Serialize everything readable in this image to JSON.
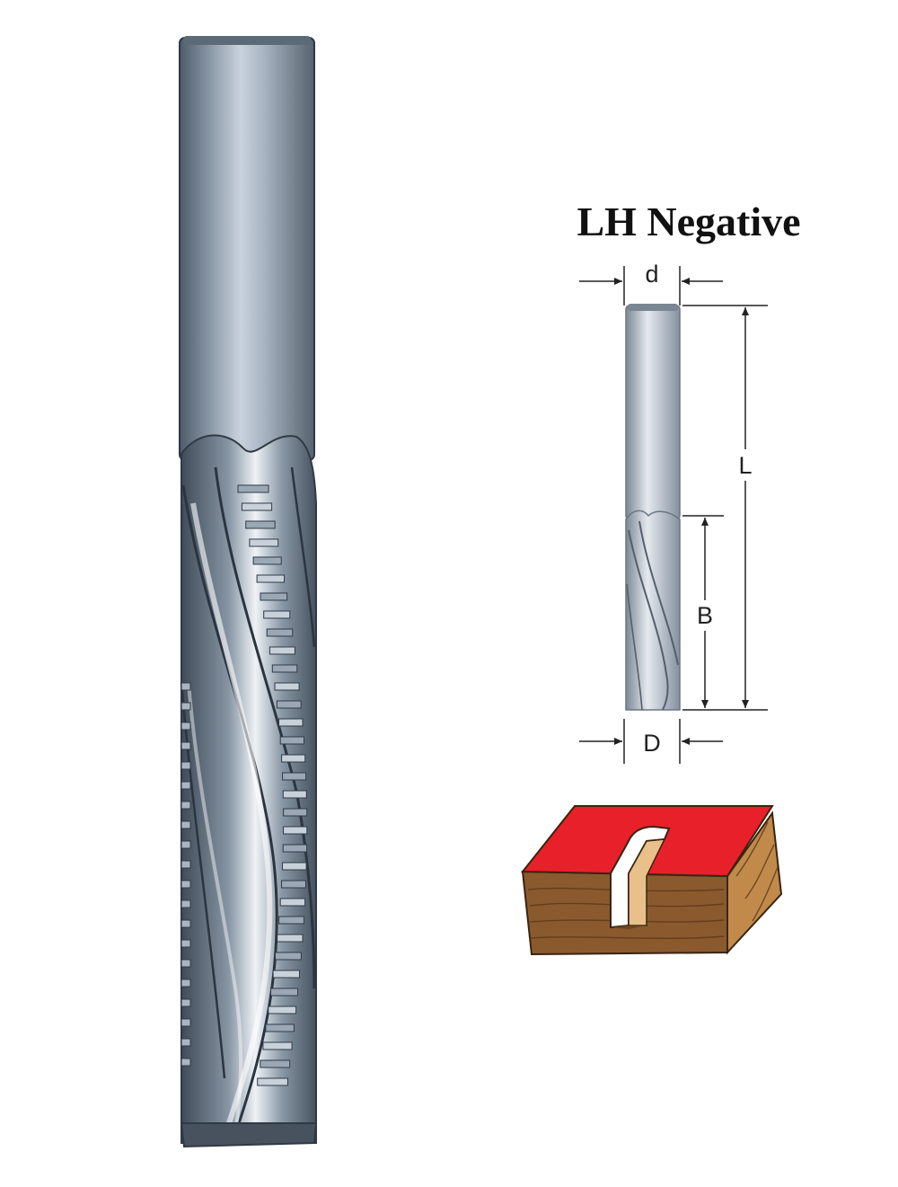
{
  "title": "LH Negative",
  "dimensions": {
    "shank_diameter": "d",
    "overall_length": "L",
    "cutting_length": "B",
    "cutting_diameter": "D"
  },
  "colors": {
    "steel_dark": "#5d6c7c",
    "steel_mid": "#9aa8b6",
    "steel_light": "#dde3ea",
    "wood_face": "#8a5a2e",
    "wood_side": "#c18a4a",
    "top_face": "#e8202a",
    "dimension_line": "#222222"
  }
}
